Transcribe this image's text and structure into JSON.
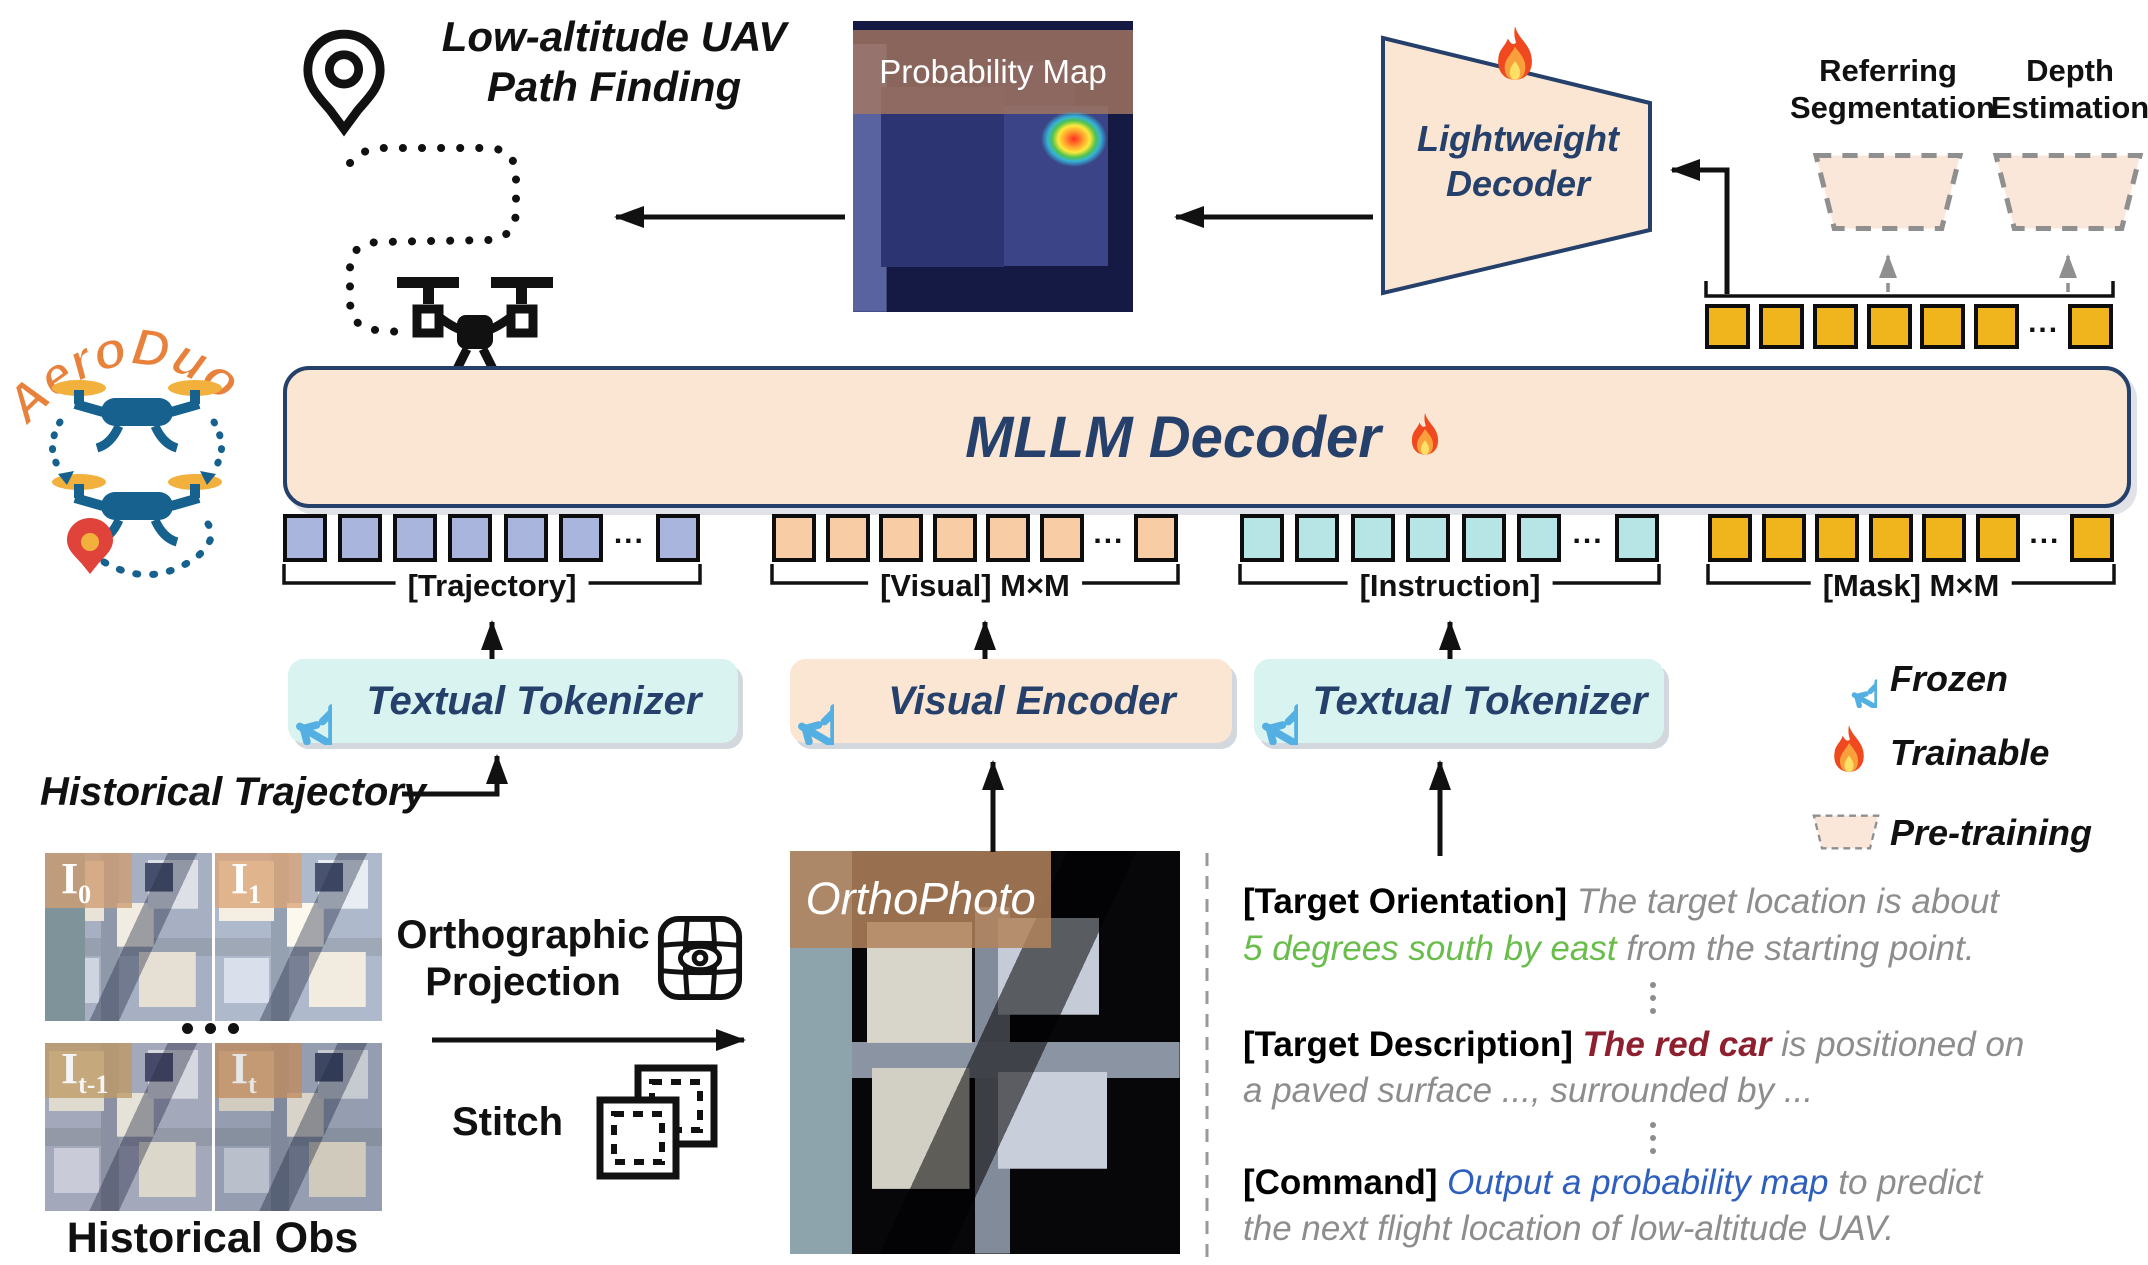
{
  "header": {
    "task_title_line1": "Low-altitude UAV",
    "task_title_line2": "Path Finding"
  },
  "probability_map": {
    "label": "Probability Map"
  },
  "lightweight_decoder": {
    "label_line1": "Lightweight",
    "label_line2": "Decoder"
  },
  "pretrain_heads": {
    "referring_line1": "Referring",
    "referring_line2": "Segmentation",
    "depth_line1": "Depth",
    "depth_line2": "Estimation"
  },
  "mllm_decoder": {
    "title": "MLLM Decoder"
  },
  "token_groups": {
    "trajectory": {
      "label": "[Trajectory]",
      "color": "#a9b5dc"
    },
    "visual": {
      "label": "[Visual] M×M",
      "color": "#f8cda6"
    },
    "instruction": {
      "label": "[Instruction]",
      "color": "#b7e5e6"
    },
    "mask": {
      "label": "[Mask] M×M",
      "color": "#f0b41c"
    },
    "ellipsis": "..."
  },
  "modules": {
    "textual_tokenizer_left": "Textual Tokenizer",
    "visual_encoder": "Visual Encoder",
    "textual_tokenizer_right": "Textual Tokenizer"
  },
  "legend": {
    "frozen": "Frozen",
    "trainable": "Trainable",
    "pretraining": "Pre-training"
  },
  "logo": {
    "name": "AeroDuo"
  },
  "bottom_left": {
    "historical_trajectory": "Historical Trajectory",
    "historical_obs": "Historical Obs",
    "frames": [
      {
        "sym": "I",
        "sub": "0"
      },
      {
        "sym": "I",
        "sub": "1"
      },
      {
        "sym": "I",
        "sub": "t-1"
      },
      {
        "sym": "I",
        "sub": "t"
      }
    ],
    "ellipsis": "..."
  },
  "ops": {
    "orthographic_line1": "Orthographic",
    "orthographic_line2": "Projection",
    "stitch": "Stitch"
  },
  "orthophoto": {
    "label": "OrthoPhoto"
  },
  "prompt": {
    "orientation": {
      "tag": "[Target Orientation]",
      "gray_a": "The target location is about",
      "green": "5 degrees south by east",
      "gray_b": "from the starting point."
    },
    "description": {
      "tag": "[Target Description]",
      "red": "The red car",
      "gray_a": "is positioned on",
      "gray_b": "a paved surface ..., surrounded by ..."
    },
    "command": {
      "tag": "[Command]",
      "blue": "Output a probability map",
      "gray_a": "to predict",
      "gray_b": "the next flight location of low-altitude UAV."
    }
  },
  "colors": {
    "navy": "#24406b",
    "peach": "#fbe5d3",
    "cyan": "#d8f3f0",
    "gold": "#f0b41c",
    "lavender": "#a9b5dc",
    "peach_token": "#f8cda6",
    "cyan_token": "#b7e5e6",
    "green_text": "#68bd4b",
    "red_text": "#8e1f2f",
    "blue_text": "#2e5fbf",
    "gray_text": "#8d8d8d",
    "orange_logo": "#e8813c"
  }
}
